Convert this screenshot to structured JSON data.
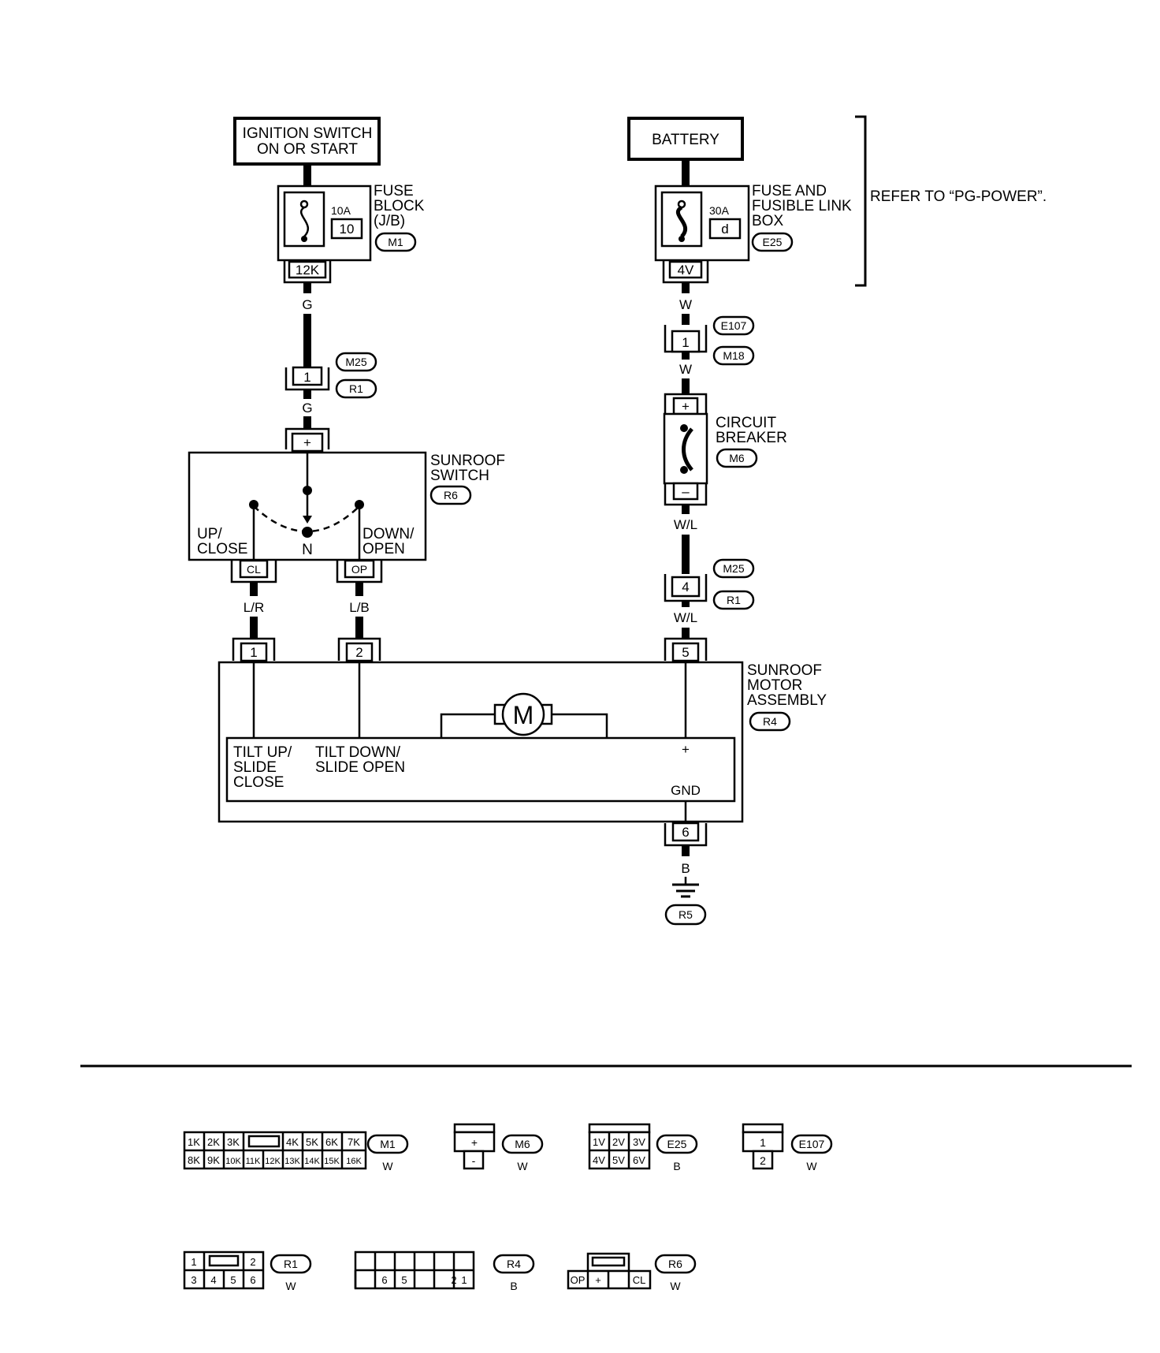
{
  "power_sources": {
    "ignition": [
      "IGNITION SWITCH",
      "ON OR START"
    ],
    "battery": "BATTERY"
  },
  "fuse_block": {
    "amps": "10A",
    "number": "10",
    "label": [
      "FUSE",
      "BLOCK",
      "(J/B)"
    ],
    "connector": "M1",
    "terminal": "12K"
  },
  "fuse_link_box": {
    "amps": "30A",
    "letter": "d",
    "label": [
      "FUSE AND",
      "FUSIBLE LINK",
      "BOX"
    ],
    "connector": "E25",
    "terminal": "4V"
  },
  "refer_note": "REFER TO “PG-POWER”.",
  "wires": {
    "g1": "G",
    "g2": "G",
    "w1": "W",
    "w2": "W",
    "wl1": "W/L",
    "wl2": "W/L",
    "lr": "L/R",
    "lb": "L/B",
    "b": "B"
  },
  "joints": {
    "left": {
      "pin": "1",
      "top": "M25",
      "bottom": "R1"
    },
    "right_upper": {
      "pin": "1",
      "top": "E107",
      "bottom": "M18"
    },
    "right_lower": {
      "pin": "4",
      "top": "M25",
      "bottom": "R1"
    }
  },
  "circuit_breaker": {
    "label": [
      "CIRCUIT",
      "BREAKER"
    ],
    "connector": "M6",
    "plus": "+",
    "minus": "–"
  },
  "sunroof_switch": {
    "label": [
      "SUNROOF",
      "SWITCH"
    ],
    "connector": "R6",
    "plus_pin": "+",
    "left_label": [
      "UP/",
      "CLOSE"
    ],
    "right_label": [
      "DOWN/",
      "OPEN"
    ],
    "neutral": "N",
    "left_pin": "CL",
    "right_pin": "OP"
  },
  "motor_assembly": {
    "label": [
      "SUNROOF",
      "MOTOR",
      "ASSEMBLY"
    ],
    "connector": "R4",
    "pins": [
      "1",
      "2",
      "5",
      "6"
    ],
    "motor": "M",
    "left_label": [
      "TILT UP/",
      "SLIDE",
      "CLOSE"
    ],
    "mid_label": [
      "TILT DOWN/",
      "SLIDE OPEN"
    ],
    "plus": "+",
    "gnd": "GND"
  },
  "ground": "R5",
  "connector_views": {
    "m1": {
      "name": "M1",
      "color": "W",
      "top": [
        "1K",
        "2K",
        "3K",
        "4K",
        "5K",
        "6K",
        "7K"
      ],
      "bottom": [
        "8K",
        "9K",
        "10K",
        "11K",
        "12K",
        "13K",
        "14K",
        "15K",
        "16K"
      ]
    },
    "m6": {
      "name": "M6",
      "color": "W",
      "top": "+",
      "bottom": "-"
    },
    "e25": {
      "name": "E25",
      "color": "B",
      "top": [
        "1V",
        "2V",
        "3V"
      ],
      "bottom": [
        "4V",
        "5V",
        "6V"
      ]
    },
    "e107": {
      "name": "E107",
      "color": "W",
      "top": "1",
      "bottom": "2"
    },
    "r1": {
      "name": "R1",
      "color": "W",
      "top": [
        "1",
        "2"
      ],
      "bottom": [
        "3",
        "4",
        "5",
        "6"
      ]
    },
    "r4": {
      "name": "R4",
      "color": "B",
      "bottom": [
        "6",
        "5",
        "",
        "",
        "2",
        "1"
      ]
    },
    "r6": {
      "name": "R6",
      "color": "W",
      "bottom": [
        "OP",
        "+",
        "",
        "CL"
      ]
    }
  }
}
